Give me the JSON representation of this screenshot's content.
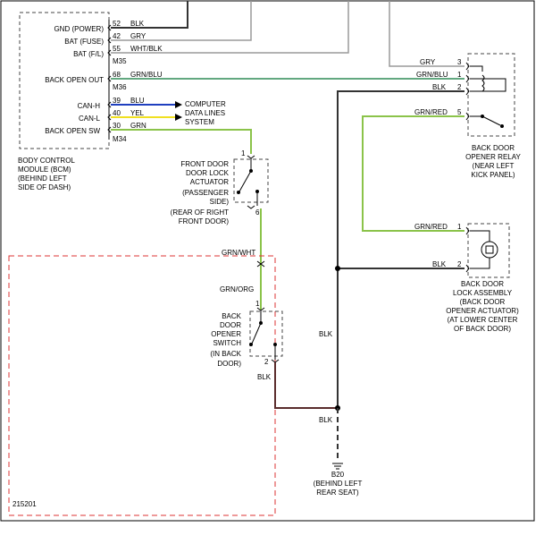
{
  "bcm": {
    "labels": {
      "gnd": "GND (POWER)",
      "bat_fuse": "BAT (FUSE)",
      "bat_fl": "BAT (F/L)",
      "back_open_out": "BACK OPEN OUT",
      "can_h": "CAN-H",
      "can_l": "CAN-L",
      "back_open_sw": "BACK OPEN SW"
    },
    "pins": {
      "p52": "52",
      "p42": "42",
      "p55": "55",
      "p68": "68",
      "p39": "39",
      "p40": "40",
      "p30": "30"
    },
    "wires": {
      "blk": "BLK",
      "gry": "GRY",
      "whtblk": "WHT/BLK",
      "grnblu": "GRN/BLU",
      "blu": "BLU",
      "yel": "YEL",
      "grn": "GRN"
    },
    "connectors": {
      "m35": "M35",
      "m36": "M36",
      "m34": "M34"
    },
    "caption": [
      "BODY CONTROL",
      "MODULE (BCM)",
      "(BEHIND LEFT",
      "SIDE OF DASH)"
    ]
  },
  "computer": [
    "COMPUTER",
    "DATA LINES",
    "SYSTEM"
  ],
  "relay": {
    "wires": {
      "gry": "GRY",
      "grnblu": "GRN/BLU",
      "blk": "BLK",
      "grnred": "GRN/RED"
    },
    "pins": {
      "p3": "3",
      "p1": "1",
      "p2": "2",
      "p5": "5"
    },
    "caption": [
      "BACK DOOR",
      "OPENER RELAY",
      "(NEAR LEFT",
      "KICK PANEL)"
    ]
  },
  "front_lock": {
    "pins": {
      "p1": "1",
      "p6": "6"
    },
    "caption": [
      "FRONT DOOR",
      "DOOR LOCK",
      "ACTUATOR",
      "(PASSENGER",
      "SIDE)",
      "(REAR OF RIGHT",
      "FRONT DOOR)"
    ]
  },
  "wires_mid": {
    "grnwht": "GRN/WHT",
    "grnorg": "GRN/ORG",
    "blk_a": "BLK",
    "blk_b": "BLK",
    "blk_c": "BLK"
  },
  "switch": {
    "pins": {
      "p1": "1",
      "p2": "2"
    },
    "caption": [
      "BACK",
      "DOOR",
      "OPENER",
      "SWITCH",
      "(IN BACK",
      "DOOR)"
    ]
  },
  "lock_assembly": {
    "wires": {
      "grnred": "GRN/RED",
      "blk": "BLK"
    },
    "pins": {
      "p1": "1",
      "p2": "2"
    },
    "caption": [
      "BACK DOOR",
      "LOCK ASSEMBLY",
      "(BACK DOOR",
      "OPENER ACTUATOR)",
      "(AT LOWER CENTER",
      "OF BACK DOOR)"
    ]
  },
  "ground": {
    "id": "B20",
    "caption": [
      "(BEHIND LEFT",
      "REAR SEAT)"
    ]
  },
  "figure_id": "215201"
}
